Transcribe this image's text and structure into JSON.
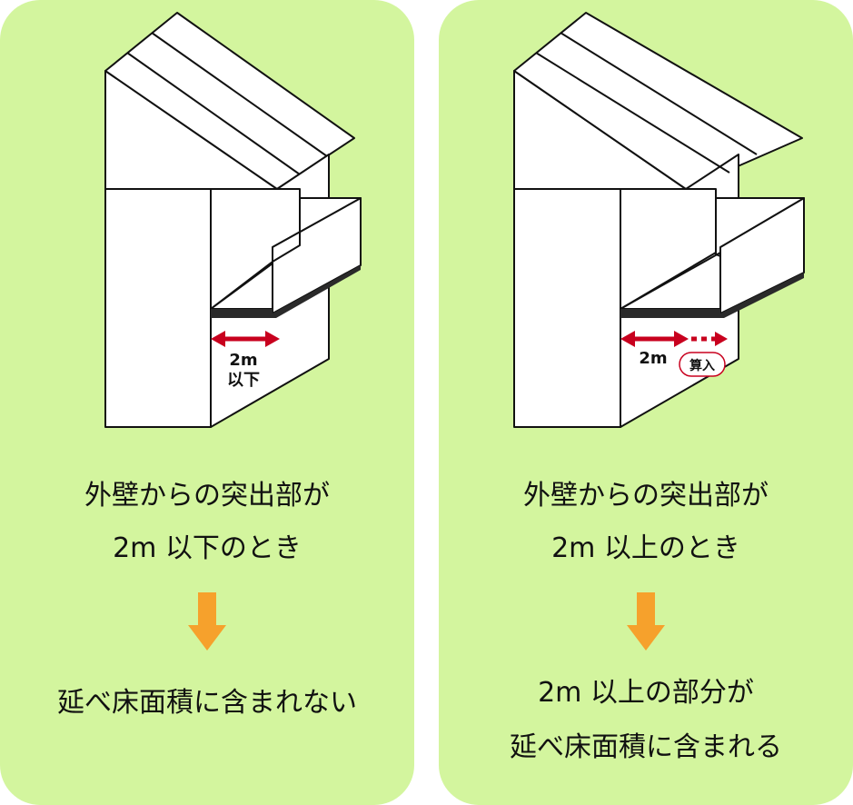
{
  "colors": {
    "panel_bg": "#d3f59e",
    "dimension_arrow": "#c8001e",
    "flow_arrow": "#f6a12c",
    "outline": "#111111",
    "building_fill": "#ffffff",
    "shadow": "#2a2a2a"
  },
  "left_panel": {
    "dimension_value": "2m",
    "dimension_qualifier": "以下",
    "condition_line1": "外壁からの突出部が",
    "condition_line2": "2m 以下のとき",
    "arrow_icon": "down-arrow-icon",
    "result_line1": "延べ床面積に含まれない"
  },
  "right_panel": {
    "dimension_value": "2m",
    "excess_badge": "算入",
    "condition_line1": "外壁からの突出部が",
    "condition_line2": "2m 以上のとき",
    "arrow_icon": "down-arrow-icon",
    "result_line1": "2m 以上の部分が",
    "result_line2": "延べ床面積に含まれる"
  }
}
